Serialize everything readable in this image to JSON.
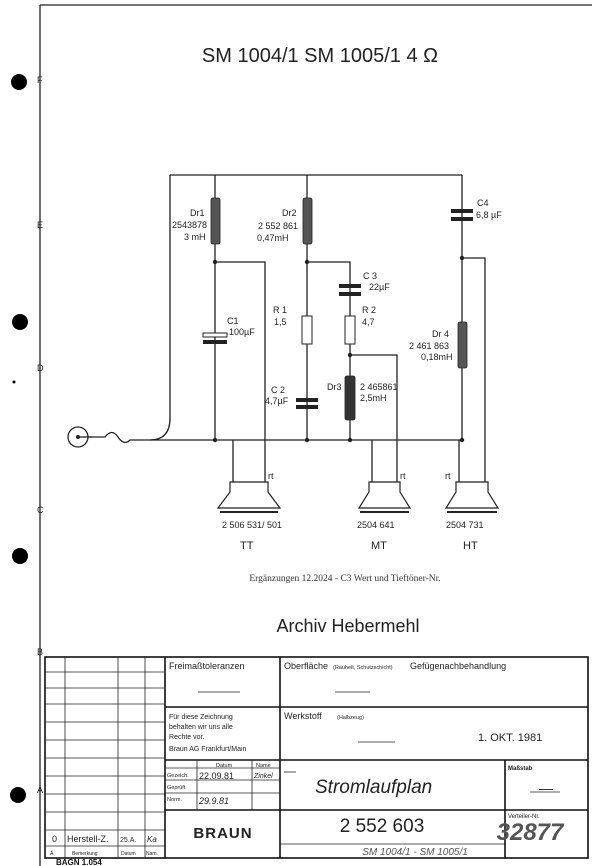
{
  "title": "SM 1004/1 SM 1005/1   4 Ω",
  "border_letters": [
    "F",
    "E",
    "D",
    "C",
    "B",
    "A"
  ],
  "components": {
    "dr1": {
      "name": "Dr1",
      "part": "2543878",
      "value": "3 mH"
    },
    "dr2": {
      "name": "Dr2",
      "part": "2 552  861",
      "value": "0,47mH"
    },
    "dr3": {
      "name": "Dr3",
      "part": "2 465861",
      "value": "2,5mH"
    },
    "dr4": {
      "name": "Dr 4",
      "part": "2  461  863",
      "value": "0,18mH"
    },
    "c1": {
      "name": "C1",
      "value": "100µF"
    },
    "c2": {
      "name": "C 2",
      "value": "4,7µF"
    },
    "c3": {
      "name": "C 3",
      "value": "22µF"
    },
    "c4": {
      "name": "C4",
      "value": "6,8 µF"
    },
    "r1": {
      "name": "R 1",
      "value": "1,5"
    },
    "r2": {
      "name": "R 2",
      "value": "4,7"
    }
  },
  "speakers": [
    {
      "label": "TT",
      "part": "2 506  531/ 501",
      "wire": "rt"
    },
    {
      "label": "MT",
      "part": "2504  641",
      "wire": "rt"
    },
    {
      "label": "HT",
      "part": "2504  731",
      "wire": "rt"
    }
  ],
  "note": "Ergänzungen 12.2024 - C3 Wert und Tieftöner-Nr.",
  "archive": "Archiv Hebermehl",
  "title_block": {
    "freimass": "Freimaßtoleranzen",
    "oberflaeche": "Oberfläche",
    "oberflaeche_small": "(Rauheit, Schutzschicht)",
    "gefuege": "Gefügenachbehandlung",
    "rights": [
      "Für diese Zeichnung",
      "behalten wir uns alle",
      "Rechte vor.",
      "Braun AG Frankfurt/Main"
    ],
    "werkstoff": "Werkstoff",
    "werkstoff_small": "(Halbzeug)",
    "date_stamp": "1. OKT. 1981",
    "col_datum": "Datum",
    "col_name": "Name",
    "gezeichnet": "Gezeich.",
    "gezeichnet_datum": "22.09.81",
    "gezeichnet_name": "Zinkel",
    "geprueft": "Geprüft",
    "norm": "Norm.",
    "norm_datum": "29.9.81",
    "drawing_title": "Stromlaufplan",
    "massstab": "Maßstab",
    "massstab_value": "—",
    "brand": "BRAUN",
    "drawing_number": "2 552 603",
    "handwritten_models": "SM 1004/1 - SM 1005/1",
    "verteiler": "Verteiler-Nr.",
    "verteiler_number": "32877",
    "revision_row": {
      "index": "0",
      "text": "Herstell-Z.",
      "datum": "25.A.",
      "name": "Ka"
    },
    "revision_headers": [
      "Ä",
      "Bemerkung",
      "Datum",
      "Nam."
    ],
    "form_code": "BAGN 1.054"
  }
}
